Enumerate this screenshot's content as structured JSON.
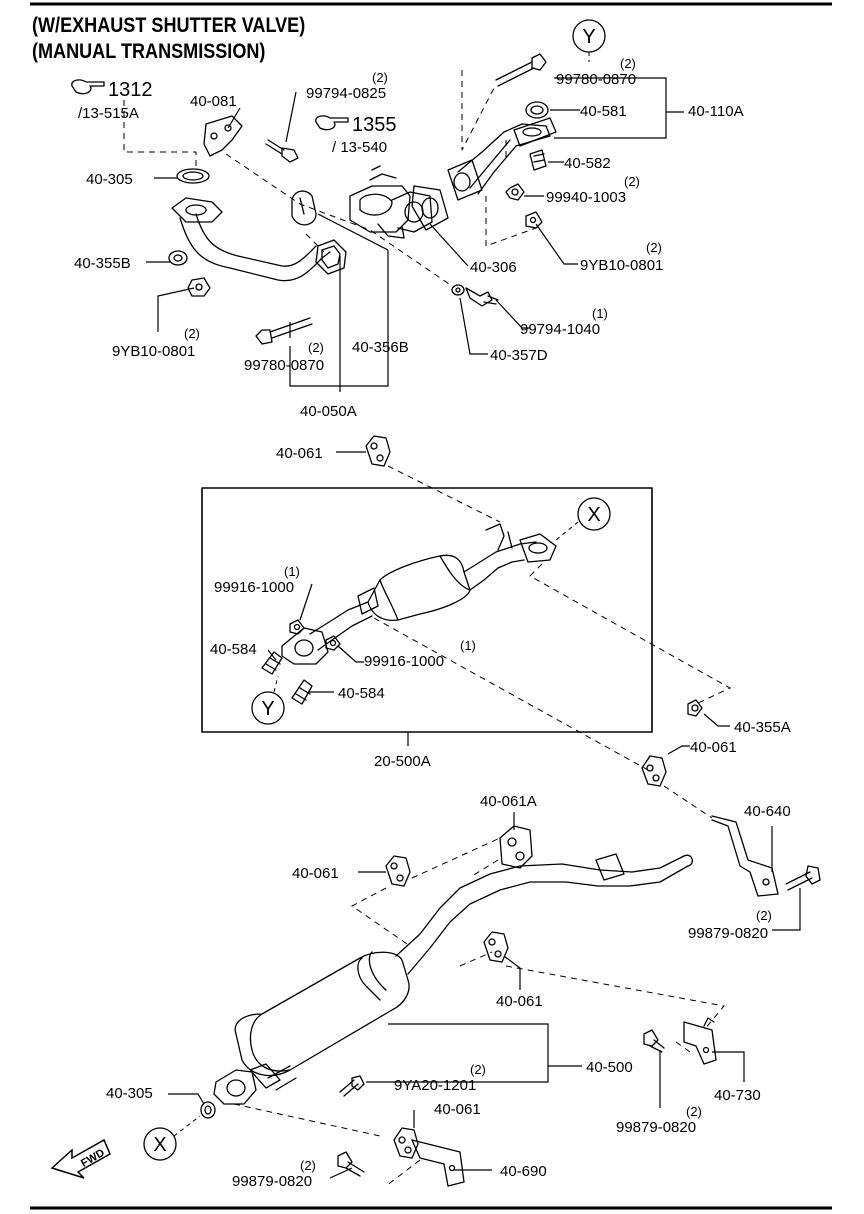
{
  "header": {
    "line1": "(W/EXHAUST SHUTTER VALVE)",
    "line2": "(MANUAL TRANSMISSION)"
  },
  "refs": {
    "ref1_num": "1312",
    "ref1_sec": "/13-515A",
    "ref2_num": "1355",
    "ref2_sec": "/ 13-540"
  },
  "callouts": {
    "x": "X",
    "y": "Y"
  },
  "fwd": "FWD",
  "parts": {
    "p40_081": "40-081",
    "p99794_0825": "99794-0825",
    "p99794_0825_q": "(2)",
    "p40_305_top": "40-305",
    "p40_355B": "40-355B",
    "p9YB10_0801_l": "9YB10-0801",
    "p9YB10_0801_l_q": "(2)",
    "p99780_0870_l": "99780-0870",
    "p99780_0870_l_q": "(2)",
    "p40_356B": "40-356B",
    "p40_050A": "40-050A",
    "p99780_0870_r": "99780-0870",
    "p99780_0870_r_q": "(2)",
    "p40_581": "40-581",
    "p40_110A": "40-110A",
    "p40_582": "40-582",
    "p99940_1003": "99940-1003",
    "p99940_1003_q": "(2)",
    "p9YB10_0801_r": "9YB10-0801",
    "p9YB10_0801_r_q": "(2)",
    "p40_306": "40-306",
    "p99794_1040": "99794-1040",
    "p99794_1040_q": "(1)",
    "p40_357D": "40-357D",
    "p40_061_a": "40-061",
    "p99916_1000_a": "99916-1000",
    "p99916_1000_a_q": "(1)",
    "p99916_1000_b": "99916-1000",
    "p99916_1000_b_q": "(1)",
    "p40_584_a": "40-584",
    "p40_584_b": "40-584",
    "p20_500A": "20-500A",
    "p40_355A": "40-355A",
    "p40_061_b": "40-061",
    "p40_061A": "40-061A",
    "p40_640": "40-640",
    "p40_061_c": "40-061",
    "p99879_0820_a": "99879-0820",
    "p99879_0820_a_q": "(2)",
    "p40_061_d": "40-061",
    "p40_500": "40-500",
    "p40_730": "40-730",
    "p9YA20_1201": "9YA20-1201",
    "p9YA20_1201_q": "(2)",
    "p40_305_bot": "40-305",
    "p40_061_e": "40-061",
    "p99879_0820_b": "99879-0820",
    "p99879_0820_b_q": "(2)",
    "p40_690": "40-690",
    "p99879_0820_c": "99879-0820",
    "p99879_0820_c_q": "(2)"
  }
}
